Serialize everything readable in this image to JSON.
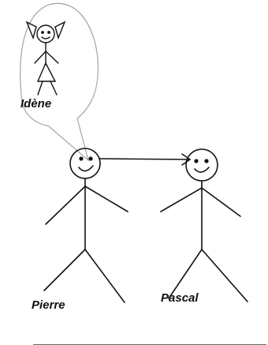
{
  "diagram": {
    "characters": [
      {
        "id": "idene",
        "label": "Idène"
      },
      {
        "id": "pierre",
        "label": "Pierre"
      },
      {
        "id": "pascal",
        "label": "Pascal"
      }
    ],
    "relations": [
      {
        "from": "pierre",
        "to": "pascal",
        "type": "arrow"
      },
      {
        "from": "pierre",
        "to": "idene",
        "type": "thought-bubble"
      }
    ],
    "colors": {
      "ink": "#111111",
      "bubble": "#aaaaaa",
      "background": "#ffffff"
    }
  }
}
